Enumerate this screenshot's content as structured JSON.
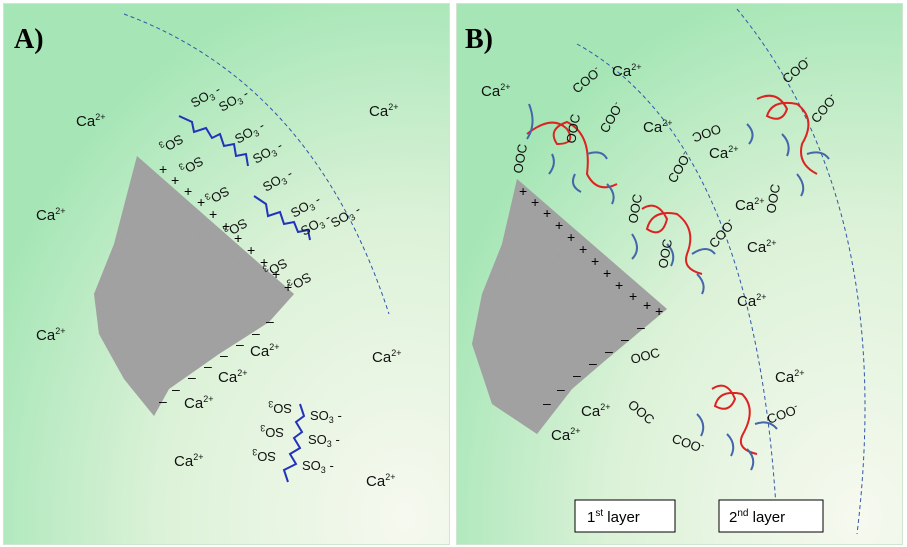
{
  "panel_a": {
    "label": "A)",
    "ion_base": "Ca",
    "ion_charge": "2+",
    "group_base": "SO",
    "group_sub": "3",
    "group_charge": "-",
    "surface_plus": "+",
    "surface_minus": "–"
  },
  "panel_b": {
    "label": "B)",
    "ion_base": "Ca",
    "ion_charge": "2+",
    "coo": "COO",
    "coo_charge": "-",
    "ooc": "OOC",
    "surface_plus": "+",
    "surface_minus": "–",
    "layer1_base": "1",
    "layer1_sup": "st",
    "layer1_rest": " layer",
    "layer2_base": "2",
    "layer2_sup": "nd",
    "layer2_rest": " layer"
  },
  "colors": {
    "bg_green": "#a9e8b8",
    "bg_light": "#f3f8ec",
    "particle": "#9a9a9a",
    "backbone_blue": "#2233bb",
    "polymer_red": "#dd2222",
    "side_chain_blue": "#4466aa",
    "shell_dash": "#3355aa"
  }
}
